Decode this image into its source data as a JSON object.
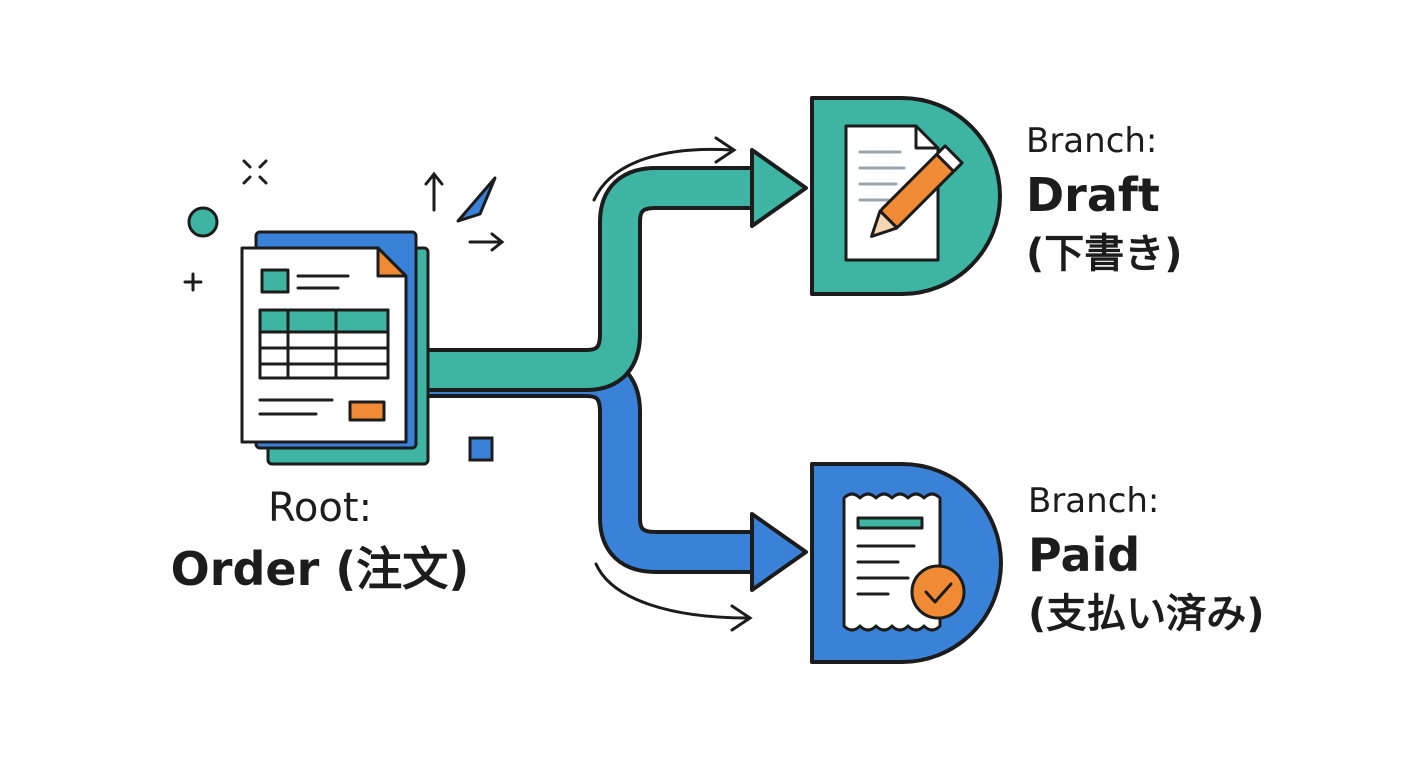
{
  "root": {
    "line1": "Root:",
    "line2": "Order (注文)",
    "icon": "order-document-icon"
  },
  "branches": [
    {
      "line1": "Branch:",
      "line2": "Draft",
      "line3": "(下書き)",
      "icon": "pencil-document-icon"
    },
    {
      "line1": "Branch:",
      "line2": "Paid",
      "line3": "(支払い済み)",
      "icon": "receipt-check-icon"
    }
  ],
  "colors": {
    "teal": "#3db5a2",
    "blue": "#3a82d8",
    "orange": "#f08a35",
    "ink": "#1c1c1c",
    "paper": "#ffffff"
  }
}
